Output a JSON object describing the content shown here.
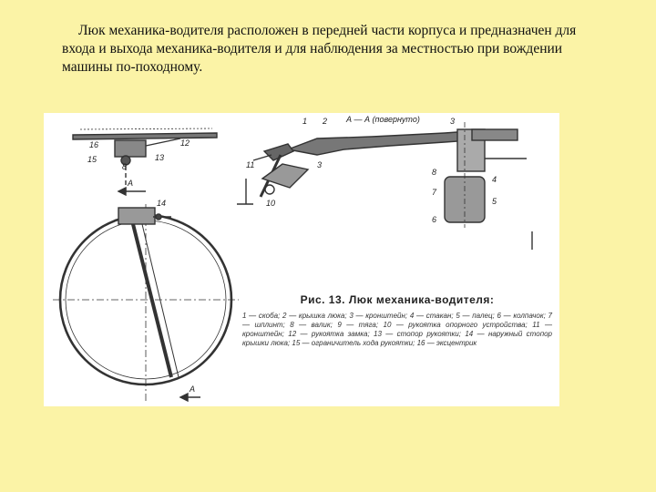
{
  "paragraph": "Люк механика-водителя расположен в передней части корпуса и предназначен для входа и выхода механика-водителя и для наблюдения за местностью при вождении машины по-походному.",
  "figure": {
    "section_label": "А — А (повернуто)",
    "section_mark": "А",
    "caption_title": "Рис. 13. Люк механика-водителя:",
    "caption_legend": "1 — скоба; 2 — крышка люка; 3 — кронштейн; 4 — стакан; 5 — палец; 6 — колпачок; 7 — шплинт; 8 — валик; 9 — тяга; 10 — рукоятка опорного устройства; 11 — кронштейн; 12 — рукоятка замка; 13 — стопор рукоятки; 14 — наружный стопор крышки люка; 15 — ограничитель хода рукоятки; 16 — эксцентрик",
    "callouts": {
      "n1": "1",
      "n2": "2",
      "n3": "3",
      "n3b": "3",
      "n4": "4",
      "n5": "5",
      "n6": "6",
      "n6b": "6",
      "n7": "7",
      "n8": "8",
      "n10": "10",
      "n11": "11",
      "n12": "12",
      "n13": "13",
      "n14": "14",
      "n15": "15",
      "n16": "16"
    }
  }
}
